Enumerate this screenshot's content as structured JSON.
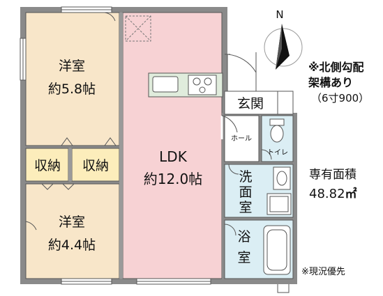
{
  "compass": {
    "north_label": "N"
  },
  "rooms": {
    "western_1": {
      "name": "洋室",
      "size": "約5.8帖"
    },
    "western_2": {
      "name": "洋室",
      "size": "約4.4帖"
    },
    "ldk": {
      "name": "LDK",
      "size": "約12.0帖"
    },
    "storage_1": {
      "name": "収納"
    },
    "storage_2": {
      "name": "収納"
    },
    "entrance": {
      "name": "玄関"
    },
    "hall": {
      "name": "ホール"
    },
    "toilet": {
      "name": "トイレ"
    },
    "washroom": {
      "name": "洗面室",
      "chars": [
        "洗",
        "面",
        "室"
      ]
    },
    "bathroom": {
      "name": "浴室",
      "chars": [
        "浴",
        "室"
      ]
    }
  },
  "notes": {
    "roof_line1": "※北側勾配",
    "roof_line2": "架構あり",
    "roof_line3": "（6寸900）",
    "area_label": "専有面積",
    "area_value": "48.82",
    "area_unit": "㎡",
    "current_priority": "※現況優先"
  },
  "colors": {
    "western_floor": "#f8e6c9",
    "ldk_floor": "#f7d2d4",
    "storage_floor": "#fcedbb",
    "wet_floor": "#dbeef4",
    "wall": "#8a8a8a"
  }
}
